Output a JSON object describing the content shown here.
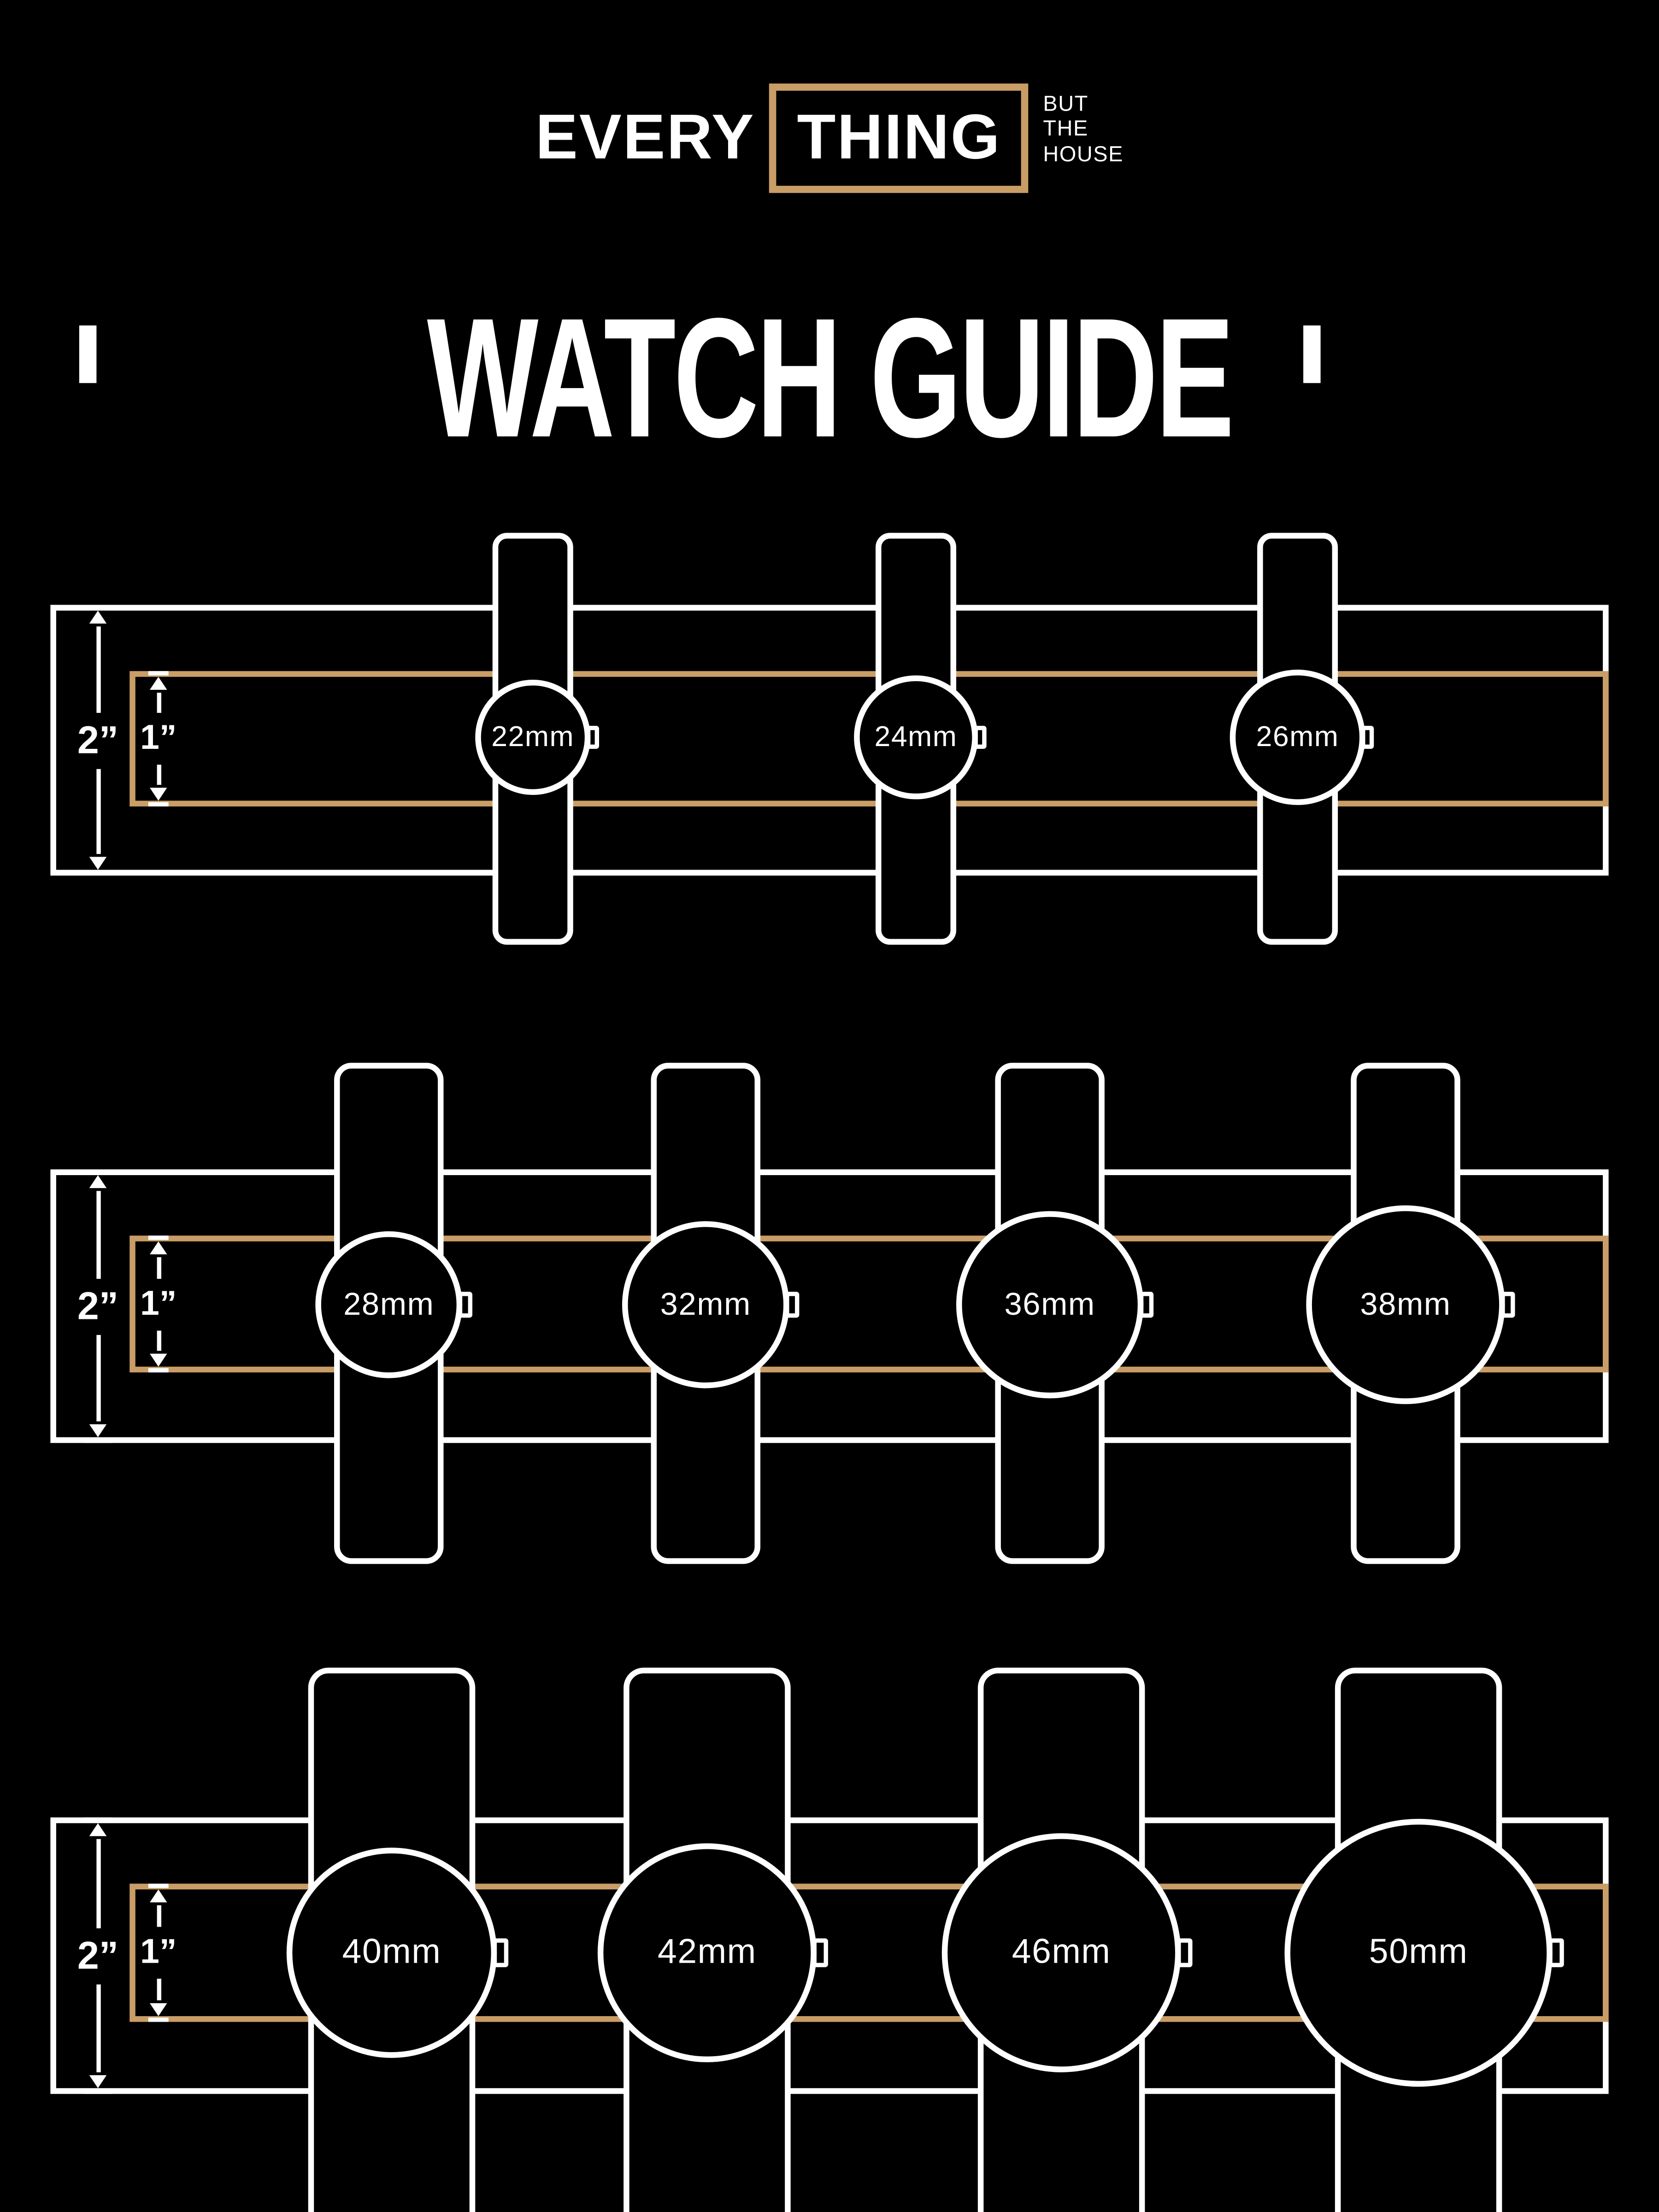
{
  "colors": {
    "background": "#000000",
    "accent": "#C99D66",
    "foreground": "#FFFFFF"
  },
  "logo": {
    "word1": "EVERY",
    "word2": "THING",
    "tagline": [
      "BUT",
      "THE",
      "HOUSE"
    ]
  },
  "title": "WATCH GUIDE",
  "rows": [
    {
      "outer_label": "2”",
      "inner_label": "1”",
      "watches": [
        {
          "label": "22mm",
          "mm": 22
        },
        {
          "label": "24mm",
          "mm": 24
        },
        {
          "label": "26mm",
          "mm": 26
        }
      ]
    },
    {
      "outer_label": "2”",
      "inner_label": "1”",
      "watches": [
        {
          "label": "28mm",
          "mm": 28
        },
        {
          "label": "32mm",
          "mm": 32
        },
        {
          "label": "36mm",
          "mm": 36
        },
        {
          "label": "38mm",
          "mm": 38
        }
      ]
    },
    {
      "outer_label": "2”",
      "inner_label": "1”",
      "watches": [
        {
          "label": "40mm",
          "mm": 40
        },
        {
          "label": "42mm",
          "mm": 42
        },
        {
          "label": "46mm",
          "mm": 46
        },
        {
          "label": "50mm",
          "mm": 50
        }
      ]
    }
  ]
}
